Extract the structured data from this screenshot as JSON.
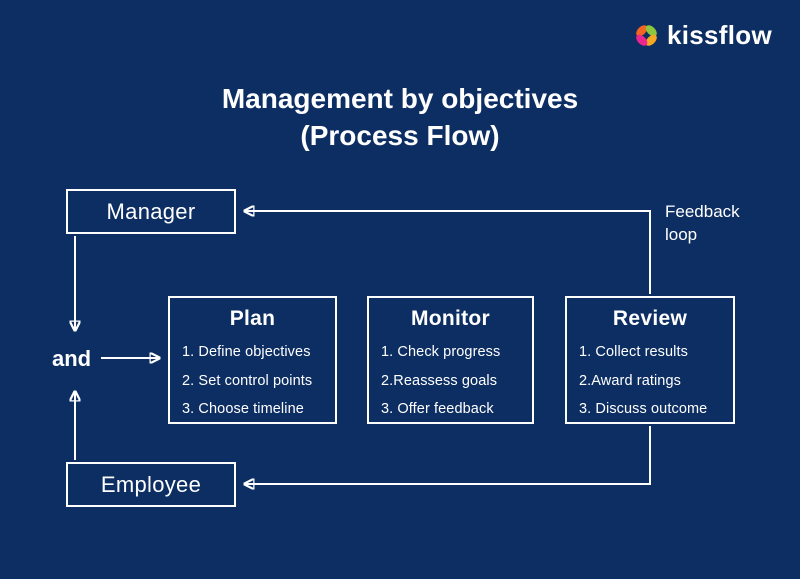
{
  "colors": {
    "background": "#0d2e63",
    "foreground": "#ffffff"
  },
  "logo": {
    "text": "kissflow",
    "petal_colors": [
      "#f26522",
      "#8dc63f",
      "#f7a823",
      "#ec268f"
    ]
  },
  "title": {
    "line1": "Management by objectives",
    "line2": "(Process Flow)"
  },
  "nodes": {
    "manager": "Manager",
    "employee": "Employee",
    "and": "and",
    "feedback_loop": "Feedback loop"
  },
  "process_boxes": [
    {
      "title": "Plan",
      "items": [
        "1. Define objectives",
        "2. Set control points",
        "3. Choose timeline"
      ]
    },
    {
      "title": "Monitor",
      "items": [
        "1. Check progress",
        "2.Reassess goals",
        "3. Offer feedback"
      ]
    },
    {
      "title": "Review",
      "items": [
        "1. Collect results",
        "2.Award ratings",
        "3. Discuss outcome"
      ]
    }
  ]
}
